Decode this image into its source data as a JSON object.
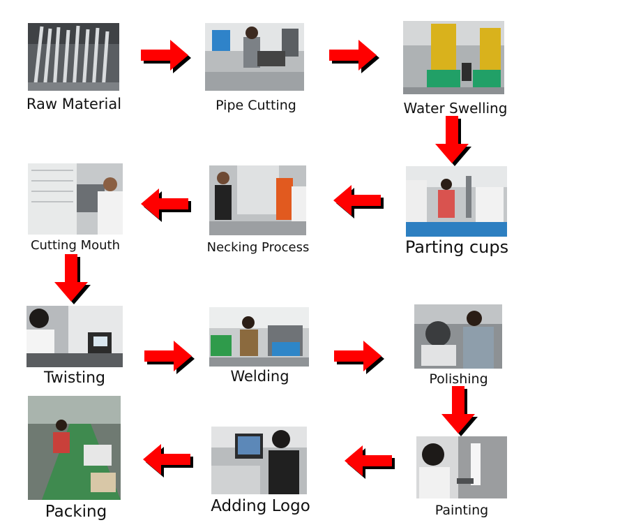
{
  "steps": [
    {
      "label": "Raw Material"
    },
    {
      "label": "Pipe Cutting"
    },
    {
      "label": "Water Swelling"
    },
    {
      "label": "Parting cups"
    },
    {
      "label": "Necking Process"
    },
    {
      "label": "Cutting Mouth"
    },
    {
      "label": "Twisting"
    },
    {
      "label": "Welding"
    },
    {
      "label": "Polishing"
    },
    {
      "label": "Painting"
    },
    {
      "label": "Adding Logo"
    },
    {
      "label": "Packing"
    }
  ],
  "colors": {
    "arrow_fill": "#ff0000",
    "arrow_shadow": "#000000",
    "text": "#111111"
  },
  "icons": {
    "flow_arrow": "arrow-icon",
    "step_photo": "factory-photo"
  }
}
